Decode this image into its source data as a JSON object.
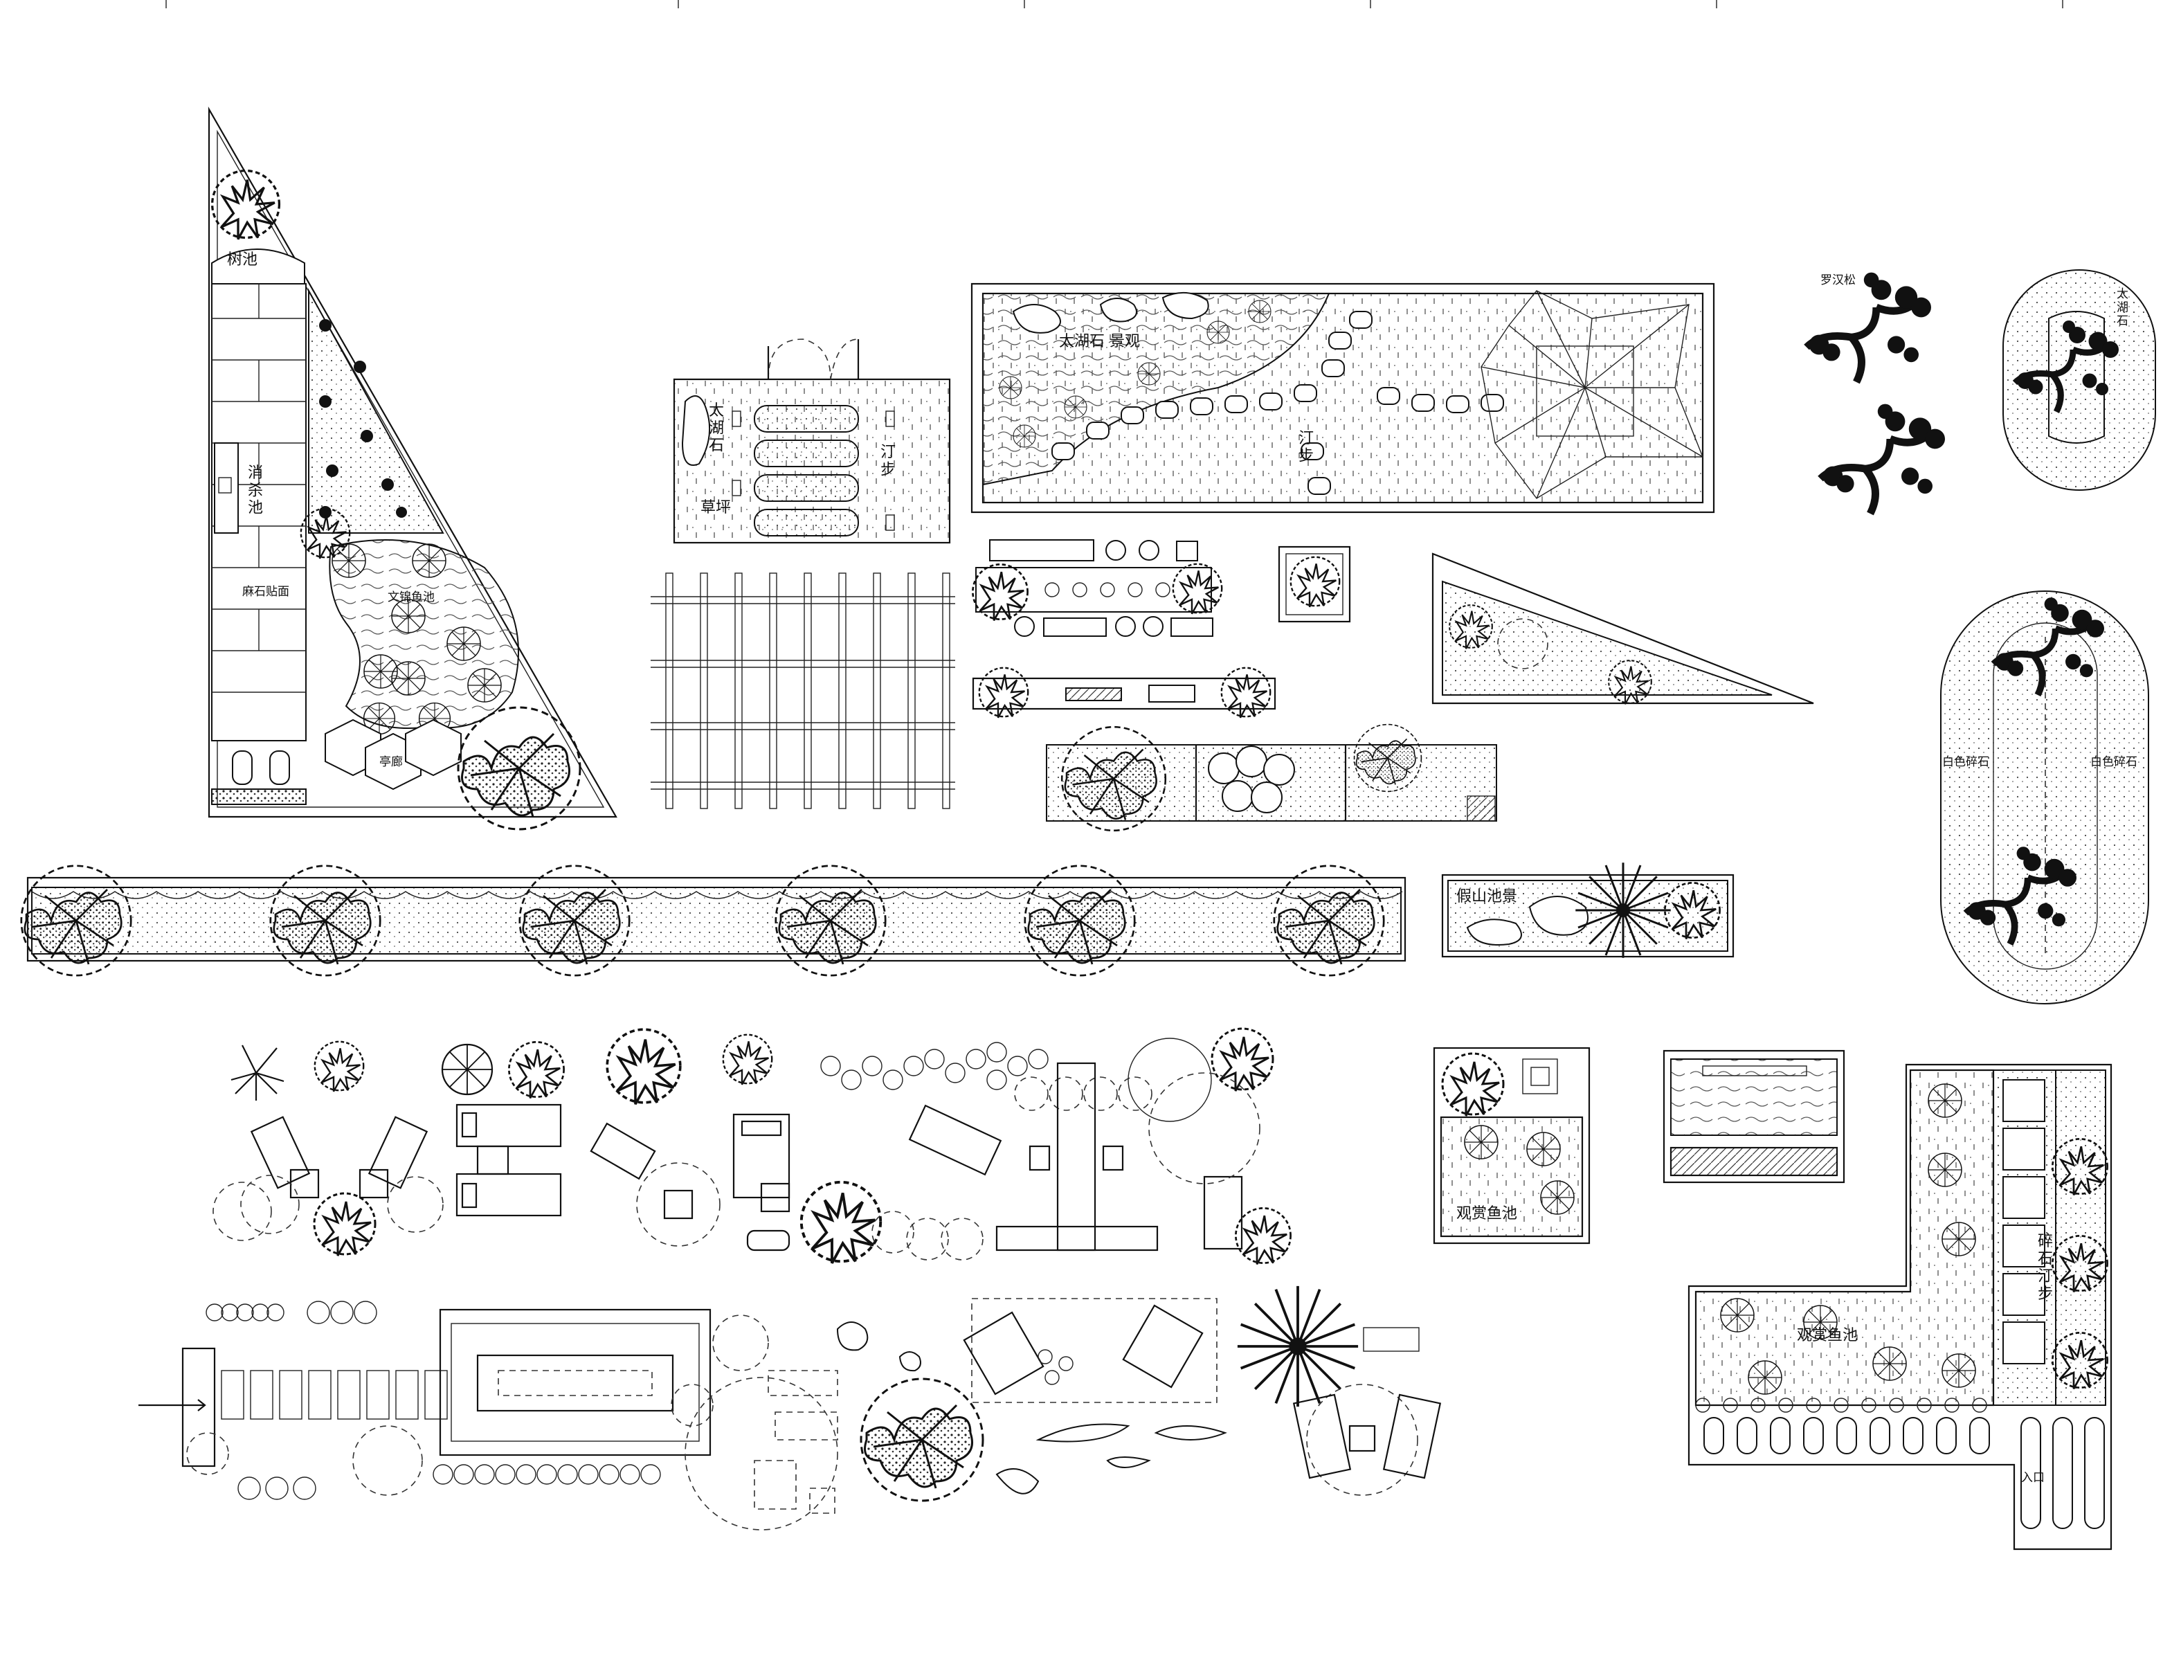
{
  "labels": {
    "tree_pool": "树池",
    "disinfection_pool": "消\n杀\n池",
    "paving": "麻石贴面",
    "koi_pond": "文锦鱼池",
    "pavilion_small": "亭廊",
    "taihu_stone": "太\n湖\n石",
    "stepping_stones": "汀\n步",
    "lawn": "草坪",
    "landscape_stones": "太湖石 景观",
    "stepping_stones_2": "汀\n步",
    "arhat_pine": "罗汉松",
    "rockery_waterscape": "假山池景",
    "ornamental_fish_pond": "观赏鱼池",
    "ornamental_fish_pond_2": "观赏鱼池",
    "white_gravel_left": "白色碎石",
    "white_gravel_right": "白色碎石",
    "colorful_stone_path": "碎\n石\n汀\n步",
    "entry_mark": "入口",
    "oval_top_text": "太\n湖\n石",
    "oval_side_text": "白色碎石"
  },
  "colors": {
    "ink": "#111111",
    "background": "#ffffff"
  }
}
